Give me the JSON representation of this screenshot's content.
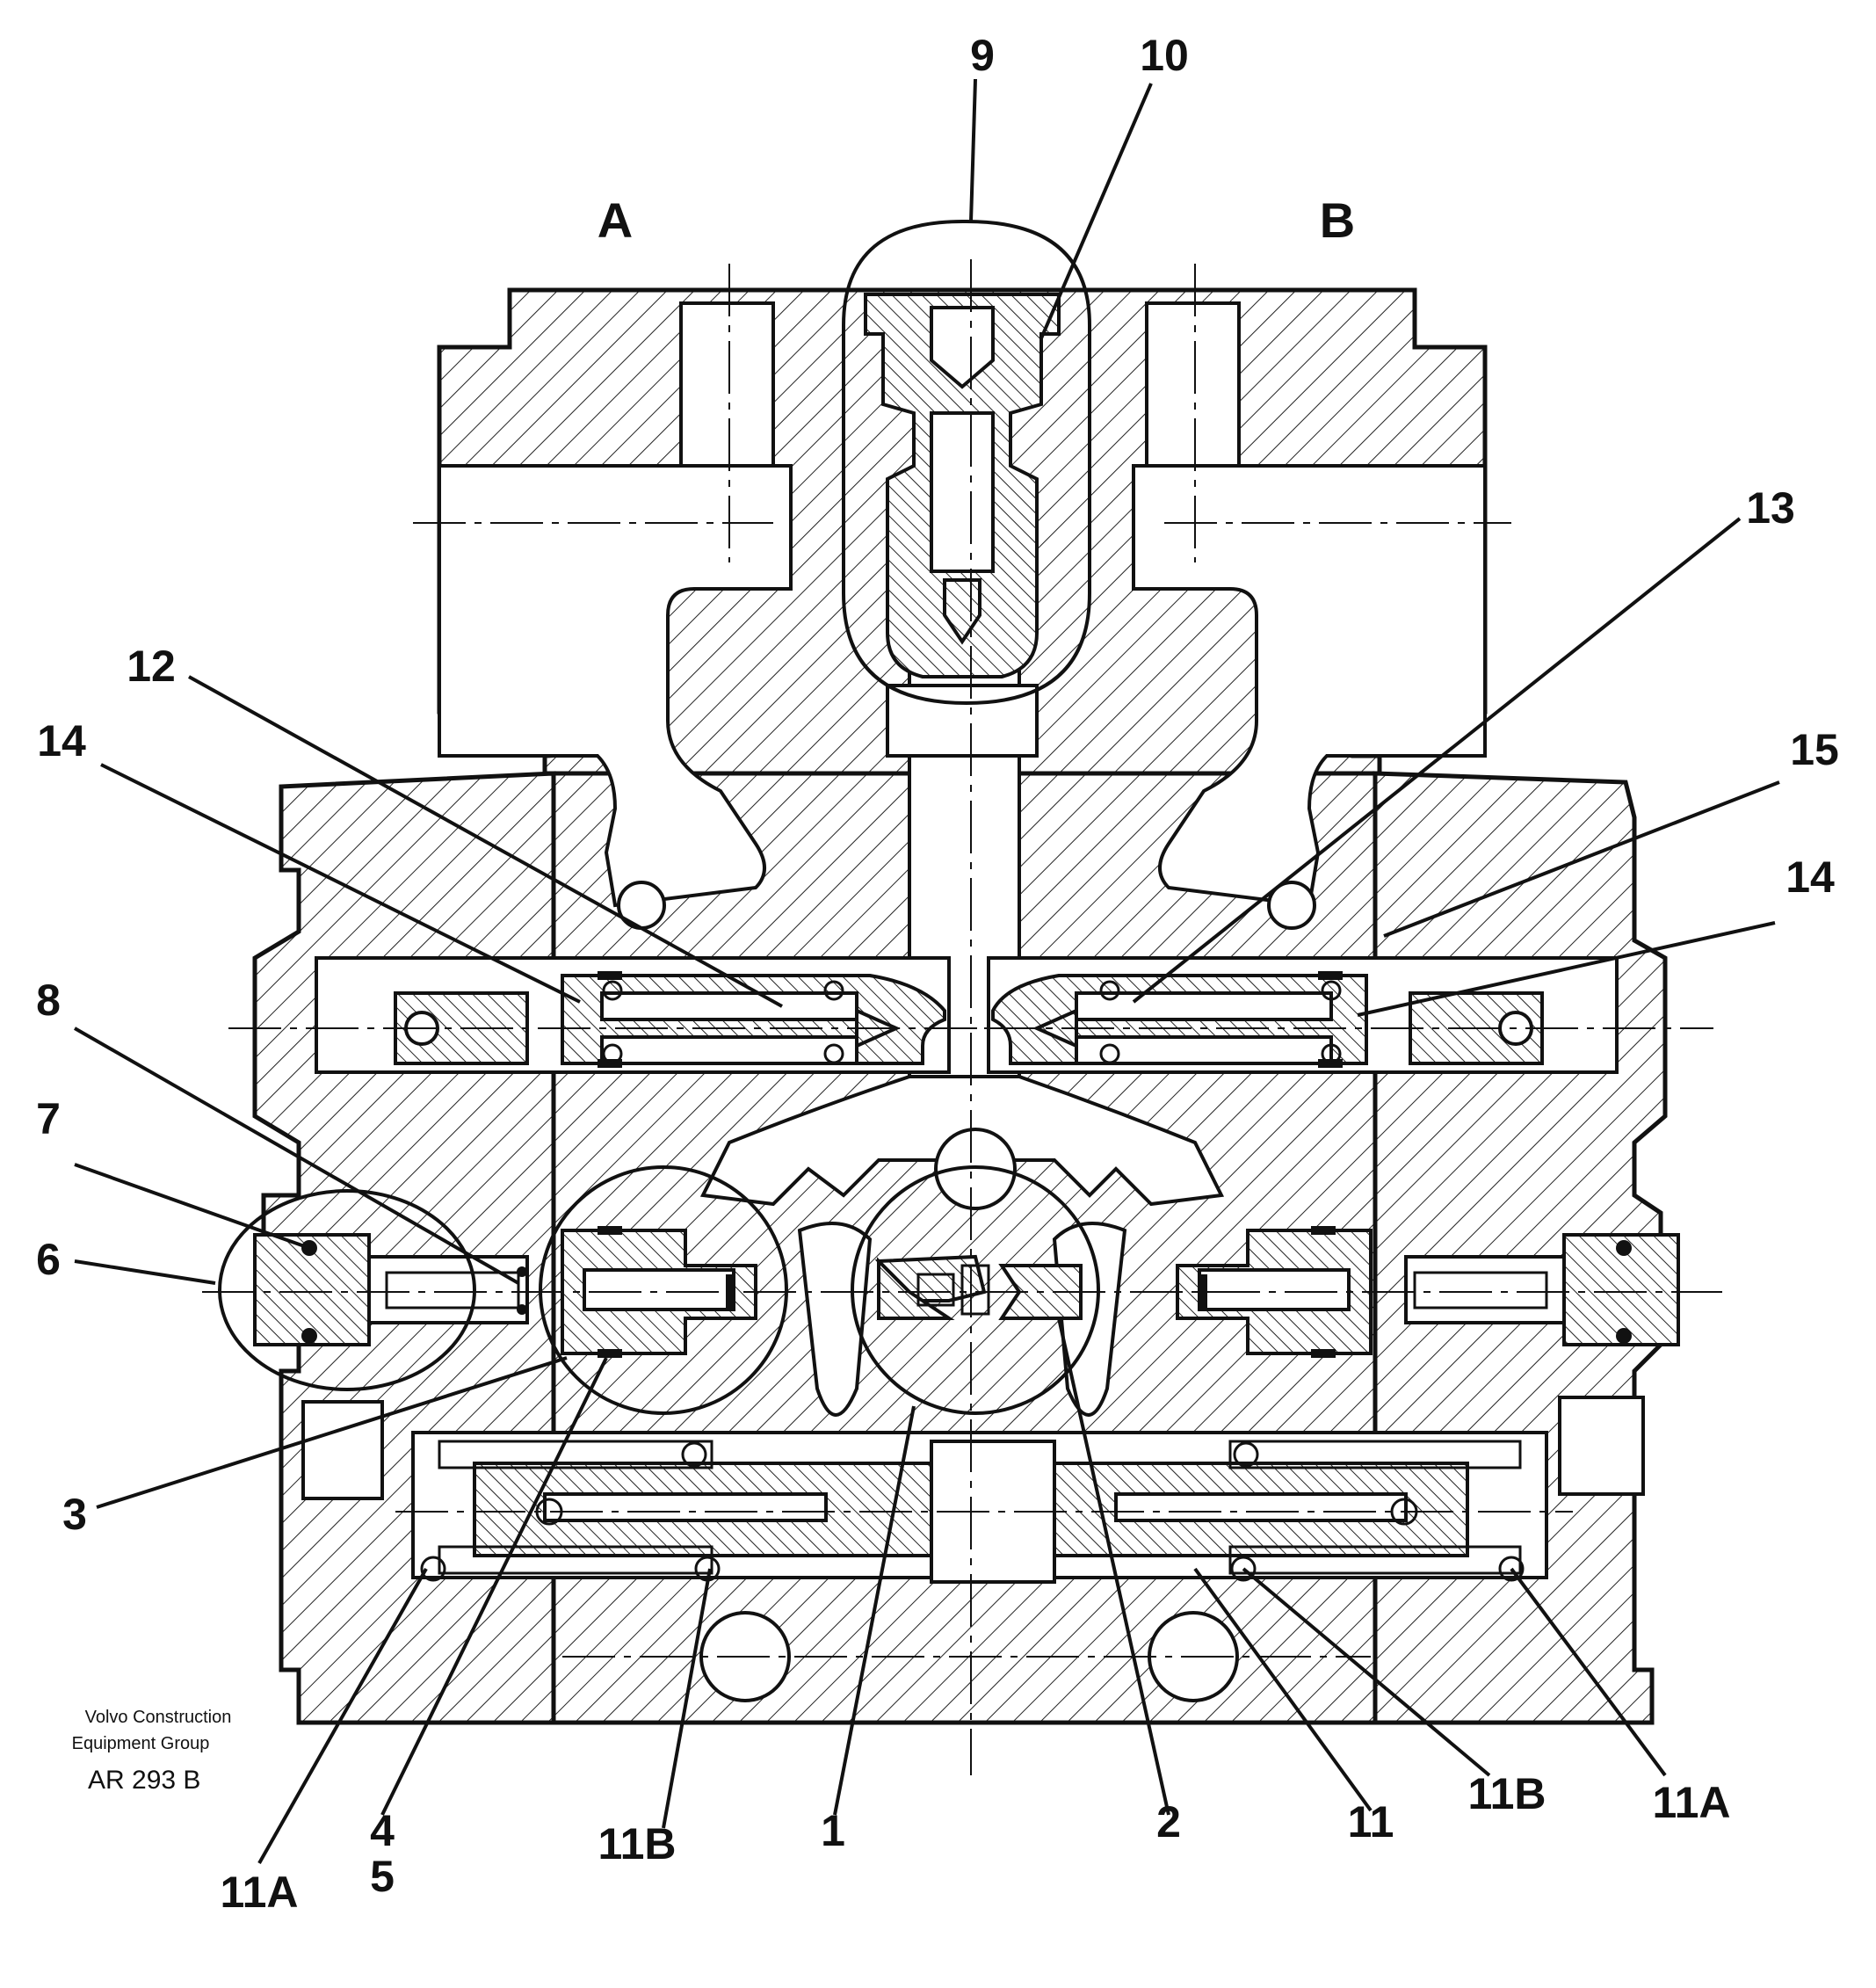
{
  "ports": {
    "a": "A",
    "b": "B"
  },
  "callouts": {
    "c9": "9",
    "c10": "10",
    "c13": "13",
    "c12": "12",
    "c14_left": "14",
    "c15": "15",
    "c14_right": "14",
    "c8": "8",
    "c7": "7",
    "c6": "6",
    "c3": "3",
    "c11a_left": "11A",
    "c4": "4",
    "c5": "5",
    "c11b_left": "11B",
    "c1": "1",
    "c2": "2",
    "c11": "11",
    "c11b_right": "11B",
    "c11a_right": "11A"
  },
  "credit": {
    "line1": "Volvo Construction",
    "line2": "Equipment Group",
    "ref": "AR 293  B"
  }
}
